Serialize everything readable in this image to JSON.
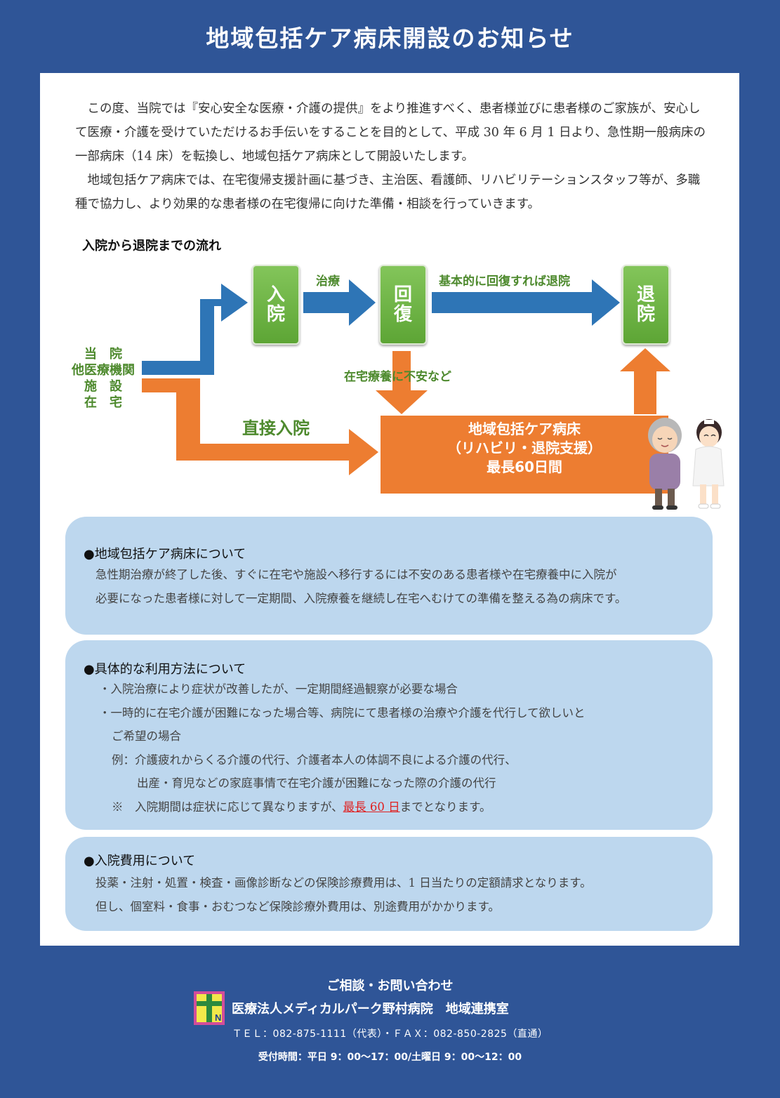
{
  "header": {
    "title": "地域包括ケア病床開設のお知らせ"
  },
  "intro": {
    "paragraph1": "この度、当院では『安心安全な医療・介護の提供』をより推進すべく、患者様並びに患者様のご家族が、安心して医療・介護を受けていただけるお手伝いをすることを目的として、平成 30 年 6 月 1 日より、急性期一般病床の一部病床（14 床）を転換し、地域包括ケア病床として開設いたします。",
    "paragraph2": "地域包括ケア病床では、在宅復帰支援計画に基づき、主治医、看護師、リハビリテーションスタッフ等が、多職種で協力し、より効果的な患者様の在宅復帰に向けた準備・相談を行っていきます。"
  },
  "flow": {
    "title": "入院から退院までの流れ",
    "sources": [
      "当　院",
      "他医療機関",
      "施　設",
      "在　宅"
    ],
    "box_admit": [
      "入",
      "院"
    ],
    "box_recover": [
      "回",
      "復"
    ],
    "box_discharge": [
      "退",
      "院"
    ],
    "label_treatment": "治療",
    "label_basic": "基本的に回復すれば退院",
    "label_anxiety": "在宅療養に不安など",
    "label_direct": "直接入院",
    "ward_line1": "地域包括ケア病床",
    "ward_line2": "（リハビリ・退院支援）",
    "ward_line3": "最長60日間",
    "colors": {
      "blue_arrow": "#2e75b6",
      "orange_arrow": "#ed7d31",
      "green_box": "#70b344"
    }
  },
  "section1": {
    "heading": "●地域包括ケア病床について",
    "lines": [
      "急性期治療が終了した後、すぐに在宅や施設へ移行するには不安のある患者様や在宅療養中に入院が",
      "必要になった患者様に対して一定期間、入院療養を継続し在宅へむけての準備を整える為の病床です。"
    ]
  },
  "section2": {
    "heading": "●具体的な利用方法について",
    "lines": [
      "・入院治療により症状が改善したが、一定期間経過観察が必要な場合",
      "・一時的に在宅介護が困難になった場合等、病院にて患者様の治療や介護を代行して欲しいと",
      "ご希望の場合",
      "例：介護疲れからくる介護の代行、介護者本人の体調不良による介護の代行、",
      "出産・育児などの家庭事情で在宅介護が困難になった際の介護の代行"
    ],
    "note_prefix": "※　入院期間は症状に応じて異なりますが、",
    "note_highlight": "最長 60 日",
    "note_suffix": "までとなります。"
  },
  "section3": {
    "heading": "●入院費用について",
    "lines": [
      "投薬・注射・処置・検査・画像診断などの保険診療費用は、1 日当たりの定額請求となります。",
      "但し、個室料・食事・おむつなど保険診療外費用は、別途費用がかかります。"
    ]
  },
  "footer": {
    "consult": "ご相談・お問い合わせ",
    "org": "医療法人メディカルパーク野村病院　地域連携室",
    "contact": "ＴＥＬ：082-875-1111（代表）・ＦＡＸ：082-850-2825（直通）",
    "hours": "受付時間：平日 9：00〜17：00/土曜日 9：00〜12：00",
    "logo_letter": "N"
  }
}
